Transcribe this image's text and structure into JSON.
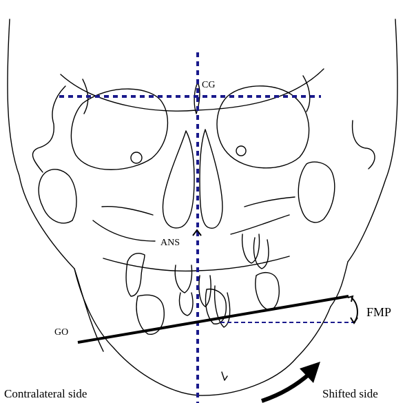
{
  "labels": {
    "cg": "CG",
    "ans": "ANS",
    "go": "GO",
    "fmp": "FMP",
    "contralateral": "Contralateral side",
    "shifted": "Shifted side"
  },
  "colors": {
    "ink": "#000000",
    "reference_blue": "#1a1a8c"
  }
}
